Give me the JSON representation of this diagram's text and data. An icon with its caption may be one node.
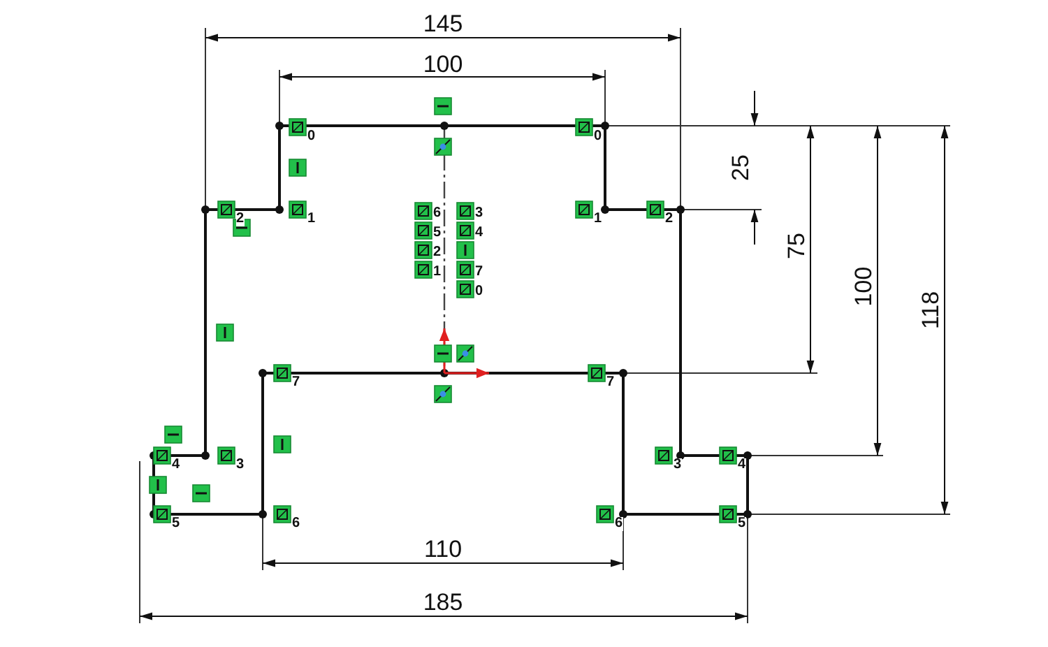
{
  "diagram": {
    "labels": [
      "145",
      "100",
      "0",
      "0",
      "25",
      "2",
      "1",
      "6",
      "3",
      "1",
      "2",
      "5",
      "4",
      "2",
      "1",
      "7",
      "0",
      "75",
      "100",
      "118",
      "7",
      "7",
      "4",
      "3",
      "3",
      "4",
      "5",
      "6",
      "6",
      "5",
      "110",
      "185"
    ]
  }
}
